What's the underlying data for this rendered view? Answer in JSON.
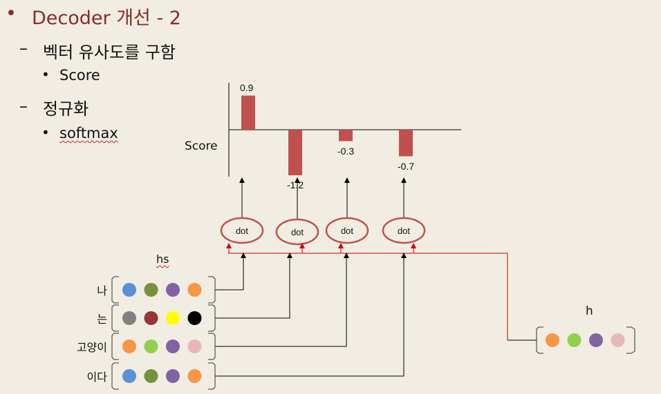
{
  "slide": {
    "bullet": "•",
    "title": "Decoder 개선 - 2",
    "dash": "–",
    "sub_bullet": "•",
    "items": [
      {
        "text": "벡터 유사도를 구함",
        "sub": "Score"
      },
      {
        "text": "정규화",
        "sub": "softmax"
      }
    ]
  },
  "chart_data": {
    "type": "bar",
    "ylabel": "Score",
    "values": [
      0.9,
      -1.2,
      -0.3,
      -0.7
    ],
    "value_labels": [
      "0.9",
      "-1.2",
      "-0.3",
      "-0.7"
    ],
    "bar_color": "#c0504d"
  },
  "diagram": {
    "dot_label": "dot",
    "hs_label": "hs",
    "h_label": "h",
    "rows": [
      {
        "label": "나",
        "colors": [
          "#5b8fd6",
          "#76923c",
          "#8064a2",
          "#f79646"
        ]
      },
      {
        "label": "는",
        "colors": [
          "#808080",
          "#953735",
          "#ffff00",
          "#000000"
        ]
      },
      {
        "label": "고양이",
        "colors": [
          "#f79646",
          "#92d050",
          "#8064a2",
          "#e6b9b8"
        ]
      },
      {
        "label": "이다",
        "colors": [
          "#5b8fd6",
          "#76923c",
          "#8064a2",
          "#f79646"
        ]
      }
    ],
    "h_colors": [
      "#f79646",
      "#92d050",
      "#8064a2",
      "#e6b9b8"
    ],
    "ellipse_color": "#c0504d",
    "line_red": "#d00000"
  }
}
